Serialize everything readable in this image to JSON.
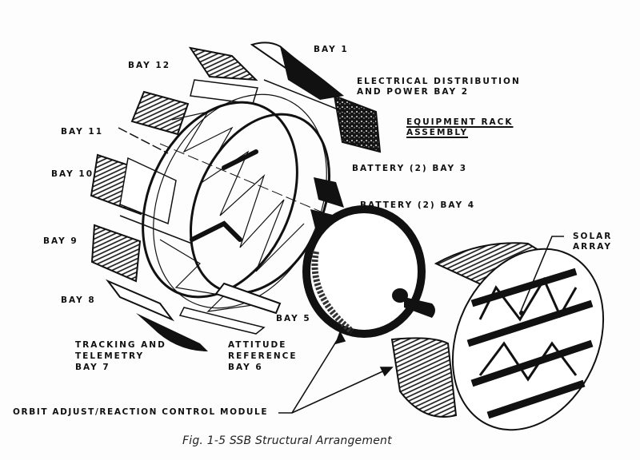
{
  "figure": {
    "caption": "Fig. 1-5 SSB Structural Arrangement",
    "labels": {
      "bay1": "BAY 1",
      "bay12": "BAY 12",
      "bay11": "BAY 11",
      "bay10": "BAY 10",
      "bay9": "BAY 9",
      "bay8": "BAY 8",
      "bay2_line1": "ELECTRICAL DISTRIBUTION",
      "bay2_line2": "AND POWER BAY 2",
      "rack_line1": "EQUIPMENT RACK",
      "rack_line2": "ASSEMBLY",
      "bay3": "BATTERY (2) BAY 3",
      "bay4": "BATTERY (2) BAY 4",
      "bay5": "BAY 5",
      "bay6_line1": "ATTITUDE",
      "bay6_line2": "REFERENCE",
      "bay6_line3": "BAY 6",
      "bay7_line1": "TRACKING AND",
      "bay7_line2": "TELEMETRY",
      "bay7_line3": "BAY 7",
      "solar_line1": "SOLAR",
      "solar_line2": "ARRAY",
      "module": "ORBIT ADJUST/REACTION CONTROL MODULE"
    },
    "components": [
      "equipment-rack-ring",
      "bay-panels",
      "orbit-adjust-module",
      "solar-array-drum"
    ],
    "ink_color": "#111111"
  }
}
